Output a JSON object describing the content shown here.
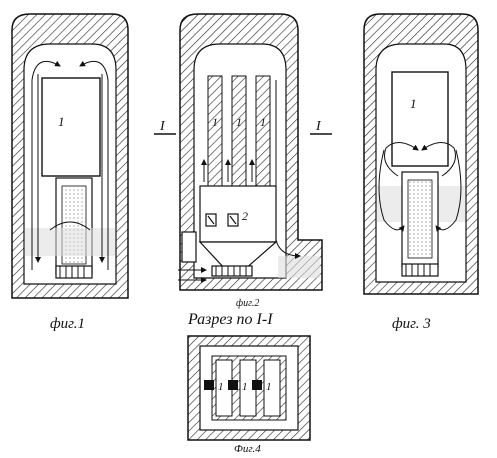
{
  "figures": {
    "fig1": {
      "caption": "фиг.1",
      "label_1": "1"
    },
    "fig2": {
      "caption": "фиг.2",
      "label_1a": "1",
      "label_1b": "1",
      "label_1c": "1",
      "label_2": "2",
      "section_left": "I",
      "section_right": "I"
    },
    "fig3": {
      "caption": "фиг. 3",
      "label_1": "1"
    },
    "fig4": {
      "caption": "Фиг.4",
      "label_1a": "1",
      "label_1b": "1",
      "label_1c": "1"
    }
  },
  "section_title": "Разрез по I-I"
}
